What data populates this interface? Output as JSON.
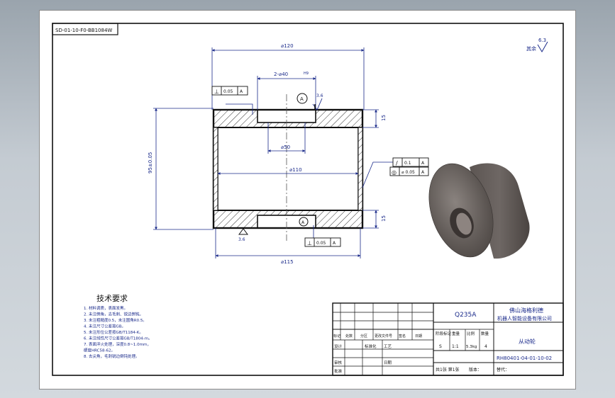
{
  "sheet_code": "SD-01-10-F0-BB1084W",
  "dims": {
    "d120": "⌀120",
    "d40": "2-⌀40",
    "tol": "H9",
    "d50": "⌀50",
    "d110": "⌀110",
    "d115": "⌀115",
    "height": "95±0.05",
    "wall_top": "15",
    "wall_bottom": "15",
    "rough_top": "3.6",
    "rough_bottom": "3.6",
    "datum_a_top": "A",
    "datum_a_bottom": "A"
  },
  "gdt": {
    "perp_top": {
      "sym": "⊥",
      "tol": "0.05",
      "datum": "A"
    },
    "runout": {
      "sym": "/",
      "tol": "0.1",
      "datum": "A"
    },
    "concentric": {
      "sym": "◎",
      "tol": "⌀ 0.05",
      "datum": "A"
    },
    "perp_bottom": {
      "sym": "⊥",
      "tol": "0.05",
      "datum": "A"
    }
  },
  "roughness_default": {
    "value": "6.3",
    "prefix": "其余"
  },
  "tech_req": {
    "title": "技术要求",
    "lines": [
      "1. 材料调质，表面发黑。",
      "2. 未注倒角，去毛刺、锐边倒钝。",
      "3. 未注粗糙度0.5，未注圆角R0.5。",
      "4. 未注尺寸公差按GB。",
      "5. 未注形位公差按GB/T1184-K。",
      "6. 未注线性尺寸公差按GB/T1804-m。",
      "7. 表面淬火处理，深度0.8~1.0mm，",
      "   硬度HRC58-62。",
      "8. 去尖角，毛刺锐边倒钝处理。"
    ]
  },
  "title_block": {
    "material": "Q235A",
    "company_line1": "佛山海格利德",
    "company_line2": "机器人智能设备有限公司",
    "part_name": "从动轮",
    "drawing_no": "RH80401-04-01-10-02",
    "h_stage": "阶段标记",
    "h_weight": "重量",
    "h_scale": "比例",
    "h_qty": "数量",
    "scale": "1:1",
    "weight": "5.3kg",
    "qty": "4",
    "stage": "S",
    "sheets": "共1张  第1张",
    "ver": "版本：",
    "replace": "替代：",
    "rev_headers": [
      "标记",
      "处数",
      "分区",
      "更改文件号",
      "签名",
      "日期"
    ],
    "role_design": "设计",
    "role_std": "标准化",
    "role_check": "审核",
    "role_process": "工艺",
    "role_approve": "批准",
    "role_date": "日期"
  }
}
